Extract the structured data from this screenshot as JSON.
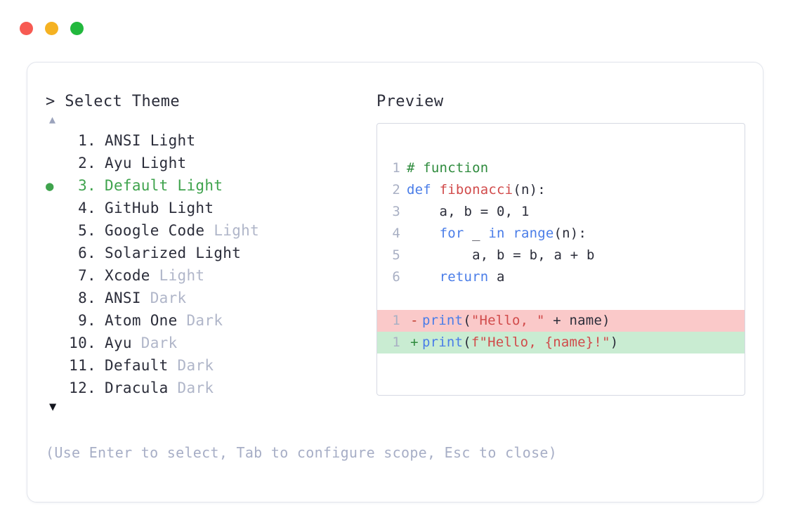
{
  "window": {
    "dots": [
      {
        "name": "close",
        "color": "#F75A52"
      },
      {
        "name": "minimize",
        "color": "#F5B222"
      },
      {
        "name": "maximize",
        "color": "#22B83D"
      }
    ]
  },
  "picker": {
    "prompt": "> Select Theme",
    "scroll_up_icon": "▲",
    "scroll_down_icon": "▼",
    "bullet_icon": "●",
    "selected_index": 3,
    "selected_color": "#3FA34D",
    "items": [
      {
        "index": "1.",
        "name": "ANSI Light",
        "variant": "",
        "selected": false
      },
      {
        "index": "2.",
        "name": "Ayu Light",
        "variant": "",
        "selected": false
      },
      {
        "index": "3.",
        "name": "Default Light",
        "variant": "",
        "selected": true
      },
      {
        "index": "4.",
        "name": "GitHub Light",
        "variant": "",
        "selected": false
      },
      {
        "index": "5.",
        "name": "Google Code",
        "variant": "Light",
        "selected": false
      },
      {
        "index": "6.",
        "name": "Solarized Light",
        "variant": "",
        "selected": false
      },
      {
        "index": "7.",
        "name": "Xcode",
        "variant": "Light",
        "selected": false
      },
      {
        "index": "8.",
        "name": "ANSI",
        "variant": "Dark",
        "selected": false
      },
      {
        "index": "9.",
        "name": "Atom One",
        "variant": "Dark",
        "selected": false
      },
      {
        "index": "10.",
        "name": "Ayu",
        "variant": "Dark",
        "selected": false
      },
      {
        "index": "11.",
        "name": "Default",
        "variant": "Dark",
        "selected": false
      },
      {
        "index": "12.",
        "name": "Dracula",
        "variant": "Dark",
        "selected": false
      }
    ]
  },
  "preview": {
    "label": "Preview",
    "code_lines": [
      {
        "num": "1",
        "tokens": [
          {
            "t": "# function",
            "c": "comment"
          }
        ]
      },
      {
        "num": "2",
        "tokens": [
          {
            "t": "def ",
            "c": "keyword"
          },
          {
            "t": "fibonacci",
            "c": "func"
          },
          {
            "t": "(n):",
            "c": "plain"
          }
        ]
      },
      {
        "num": "3",
        "tokens": [
          {
            "t": "    a, b = 0, 1",
            "c": "plain"
          }
        ]
      },
      {
        "num": "4",
        "tokens": [
          {
            "t": "    ",
            "c": "plain"
          },
          {
            "t": "for",
            "c": "keyword"
          },
          {
            "t": " _ ",
            "c": "plain"
          },
          {
            "t": "in range",
            "c": "keyword"
          },
          {
            "t": "(n):",
            "c": "plain"
          }
        ]
      },
      {
        "num": "5",
        "tokens": [
          {
            "t": "        a, b = b, a + b",
            "c": "plain"
          }
        ]
      },
      {
        "num": "6",
        "tokens": [
          {
            "t": "    ",
            "c": "plain"
          },
          {
            "t": "return",
            "c": "keyword"
          },
          {
            "t": " a",
            "c": "plain"
          }
        ]
      }
    ],
    "diff_lines": [
      {
        "num": "1",
        "sign": "-",
        "kind": "removed",
        "bg": "#FAC9C9",
        "tokens": [
          {
            "t": "print",
            "c": "keyword"
          },
          {
            "t": "(",
            "c": "plain"
          },
          {
            "t": "\"Hello, \"",
            "c": "string"
          },
          {
            "t": " + name)",
            "c": "plain"
          }
        ]
      },
      {
        "num": "1",
        "sign": "+",
        "kind": "added",
        "bg": "#C9ECD2",
        "tokens": [
          {
            "t": "print",
            "c": "keyword"
          },
          {
            "t": "(",
            "c": "plain"
          },
          {
            "t": "f\"Hello, {name}!\"",
            "c": "string"
          },
          {
            "t": ")",
            "c": "plain"
          }
        ]
      }
    ]
  },
  "hint": "(Use Enter to select, Tab to configure scope, Esc to close)"
}
